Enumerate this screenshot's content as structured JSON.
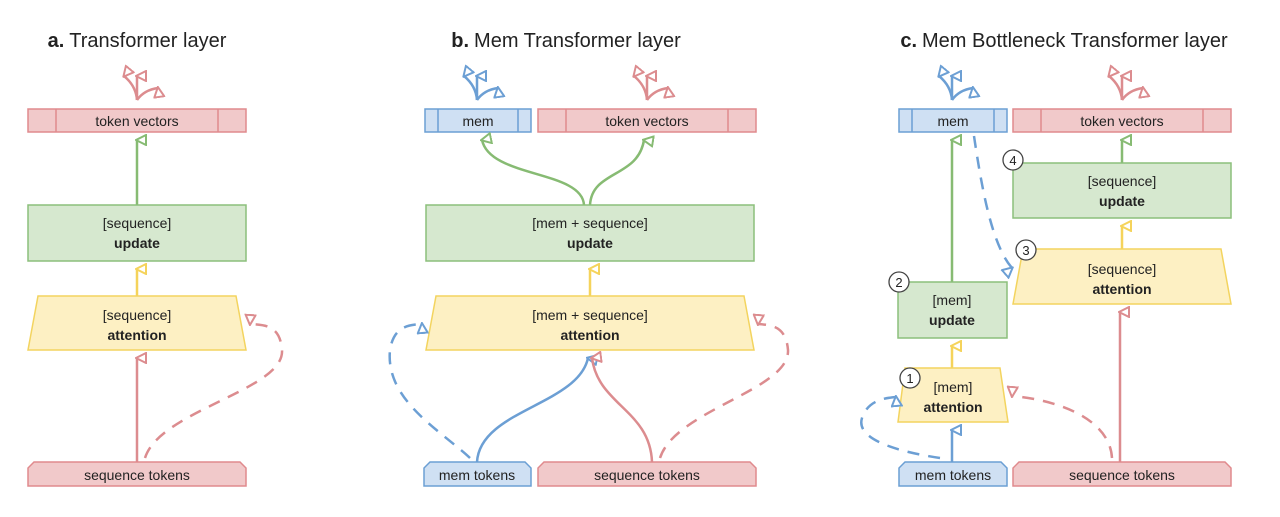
{
  "colors": {
    "red_fill": "#f1c9ca",
    "red_stroke": "#e08a8d",
    "red_arrow": "#dc8c8f",
    "blue_fill": "#cfe0f3",
    "blue_stroke": "#6b9fd4",
    "blue_arrow": "#6c9fd4",
    "green_fill": "#d6e8cf",
    "green_stroke": "#8cbf7b",
    "green_arrow": "#87bb73",
    "yellow_fill": "#fdf0c3",
    "yellow_stroke": "#f3d45f",
    "yellow_arrow": "#f5d35b"
  },
  "panels": {
    "a": {
      "title_prefix": "a.",
      "title": "Transformer layer",
      "token_vectors": "token vectors",
      "update_line1": "[sequence]",
      "update_line2": "update",
      "attention_line1": "[sequence]",
      "attention_line2": "attention",
      "sequence_tokens": "sequence tokens"
    },
    "b": {
      "title_prefix": "b.",
      "title": "Mem Transformer layer",
      "mem": "mem",
      "token_vectors": "token vectors",
      "update_line1": "[mem + sequence]",
      "update_line2": "update",
      "attention_line1": "[mem + sequence]",
      "attention_line2": "attention",
      "mem_tokens": "mem tokens",
      "sequence_tokens": "sequence tokens"
    },
    "c": {
      "title_prefix": "c.",
      "title": "Mem Bottleneck Transformer layer",
      "mem": "mem",
      "token_vectors": "token vectors",
      "seq_update_line1": "[sequence]",
      "seq_update_line2": "update",
      "seq_attention_line1": "[sequence]",
      "seq_attention_line2": "attention",
      "mem_update_line1": "[mem]",
      "mem_update_line2": "update",
      "mem_attention_line1": "[mem]",
      "mem_attention_line2": "attention",
      "mem_tokens": "mem tokens",
      "sequence_tokens": "sequence tokens",
      "step1": "1",
      "step2": "2",
      "step3": "3",
      "step4": "4"
    }
  }
}
